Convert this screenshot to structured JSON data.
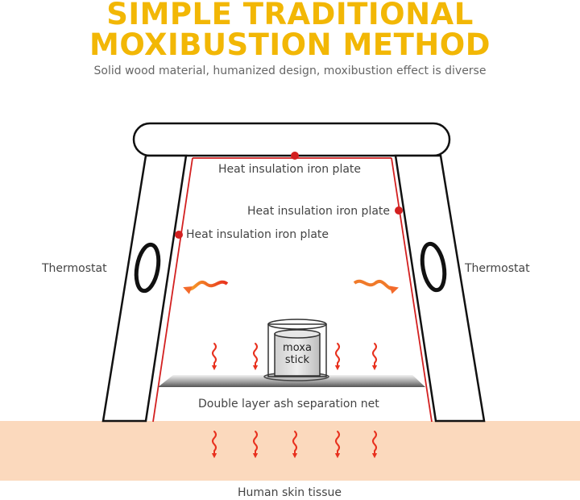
{
  "title_line1": "SIMPLE TRADITIONAL",
  "title_line2": "MOXIBUSTION METHOD",
  "subtitle": "Solid wood material, humanized design, moxibustion effect is diverse",
  "labels": {
    "plate_top": "Heat insulation iron plate",
    "plate_right": "Heat insulation iron plate",
    "plate_left": "Heat insulation iron plate",
    "thermostat_left": "Thermostat",
    "thermostat_right": "Thermostat",
    "moxa_line1": "moxa",
    "moxa_line2": "stick",
    "net": "Double layer ash separation net",
    "skin": "Human skin tissue"
  },
  "colors": {
    "title": "#f2b705",
    "heat_arrow": "#e8311e",
    "plate_line": "#d32020",
    "skin": "#fbd9bd"
  }
}
